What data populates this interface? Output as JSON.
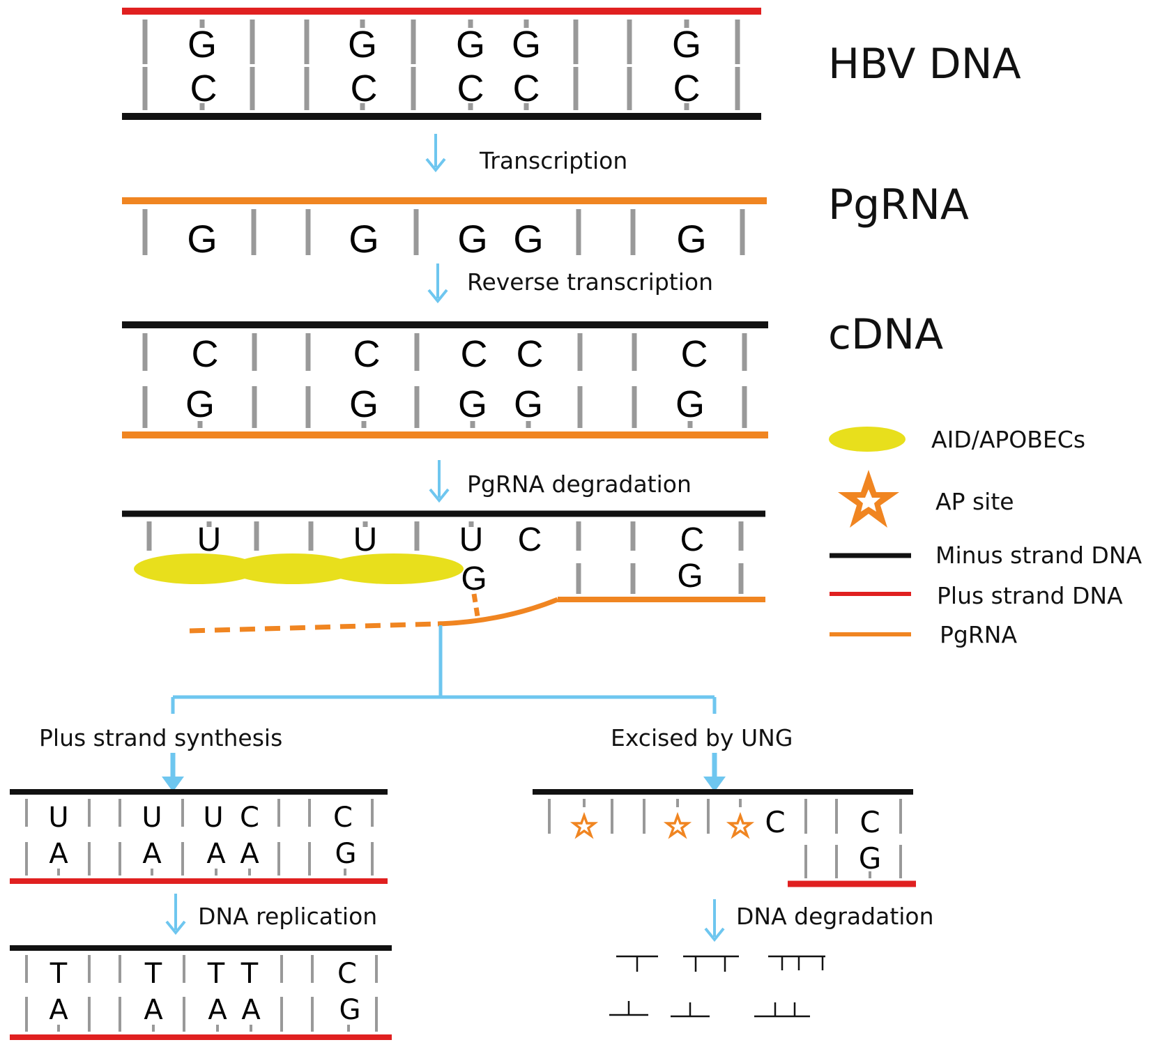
{
  "colors": {
    "plus_strand": "#e02020",
    "minus_strand": "#111111",
    "pgrna": "#f08521",
    "arrow": "#6ec6ef",
    "enzyme": "#e8df1c",
    "ap_site": "#f08521",
    "tick": "#999999"
  },
  "labels": {
    "hbv_dna": "HBV DNA",
    "pgrna": "PgRNA",
    "cdna": "cDNA",
    "transcription": "Transcription",
    "reverse_transcription": "Reverse transcription",
    "pgrna_degradation": "PgRNA degradation",
    "plus_strand_synthesis": "Plus strand synthesis",
    "excised_by_ung": "Excised by UNG",
    "dna_replication": "DNA replication",
    "dna_degradation": "DNA degradation"
  },
  "legend": [
    {
      "label": "AID/APOBECs",
      "icon": "ellipse-icon"
    },
    {
      "label": "AP site",
      "icon": "star-icon"
    },
    {
      "label": "Minus strand DNA",
      "icon": "black-line-icon"
    },
    {
      "label": "Plus strand DNA",
      "icon": "red-line-icon"
    },
    {
      "label": "PgRNA",
      "icon": "orange-line-icon"
    }
  ],
  "hbv_dna": {
    "top": [
      "G",
      "G",
      "G",
      "G",
      "G"
    ],
    "bottom": [
      "C",
      "C",
      "C",
      "C",
      "C"
    ]
  },
  "pgrna_row": {
    "bases": [
      "G",
      "G",
      "G",
      "G",
      "G"
    ]
  },
  "cdna": {
    "top": [
      "C",
      "C",
      "C",
      "C",
      "C"
    ],
    "bottom": [
      "G",
      "G",
      "G",
      "G",
      "G"
    ]
  },
  "degraded": {
    "top": [
      "U",
      "U",
      "U",
      "C",
      "C"
    ],
    "bottom": [
      "G",
      "G"
    ]
  },
  "plus_synth": {
    "top": [
      "U",
      "U",
      "U",
      "C",
      "C"
    ],
    "bottom": [
      "A",
      "A",
      "A",
      "A",
      "G"
    ]
  },
  "replication": {
    "top": [
      "T",
      "T",
      "T",
      "T",
      "C"
    ],
    "bottom": [
      "A",
      "A",
      "A",
      "A",
      "G"
    ]
  },
  "excised": {
    "top": [
      "C",
      "C"
    ],
    "bottom": [
      "G"
    ]
  }
}
